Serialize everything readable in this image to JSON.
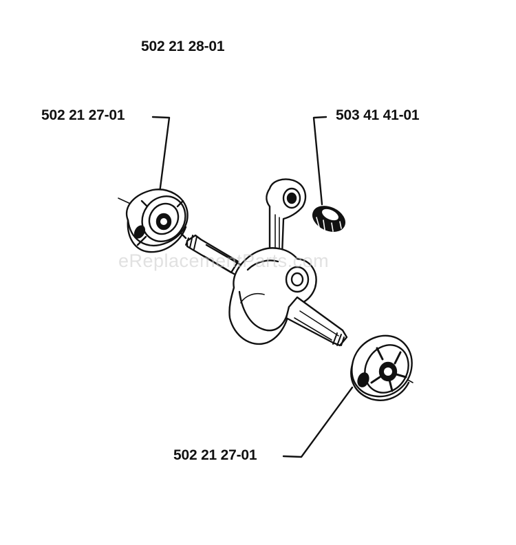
{
  "parts": {
    "assembly": "502 21 28-01",
    "bearing_top": "502 21 27-01",
    "needle_bearing": "503 41 41-01",
    "bearing_bottom": "502 21 27-01"
  },
  "watermark": "eReplacementParts.com",
  "colors": {
    "ink": "#111111",
    "background": "#ffffff",
    "watermark": "#c9c9c9"
  },
  "icons": {
    "crankshaft": "crankshaft-icon",
    "bearing": "ball-bearing-icon",
    "needle_bearing": "needle-bearing-icon"
  }
}
